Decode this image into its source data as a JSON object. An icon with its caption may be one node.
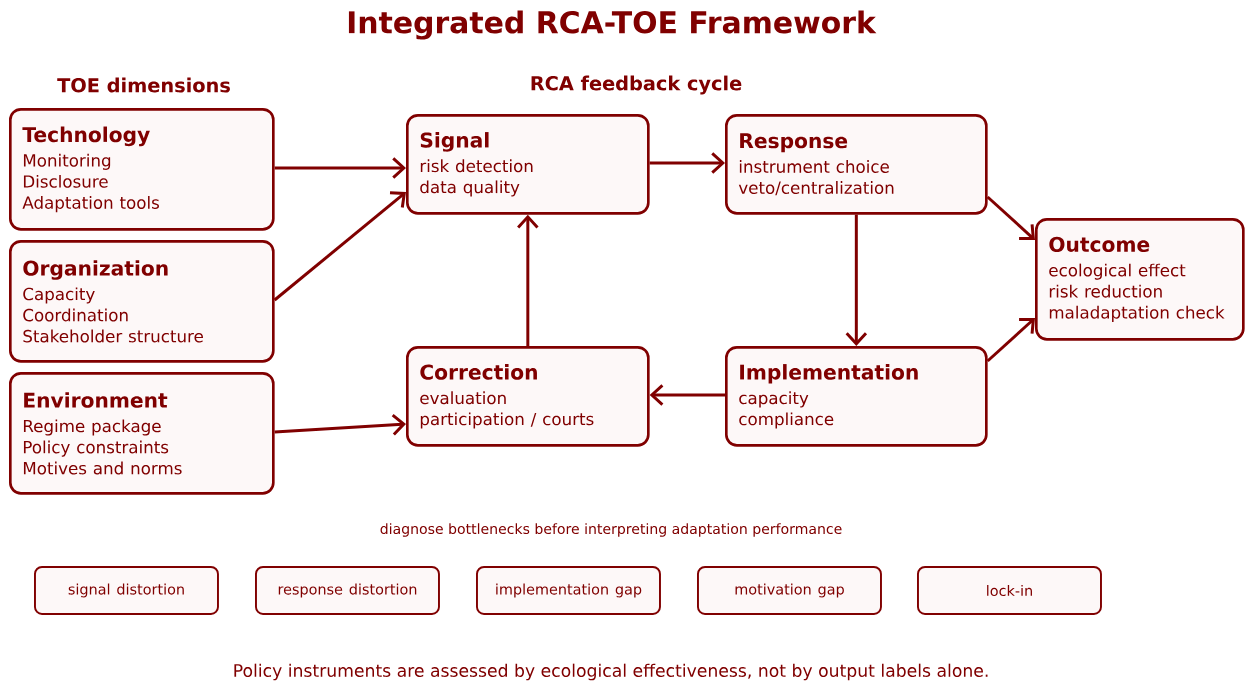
{
  "diagram": {
    "title": "Integrated RCA-TOE Framework",
    "caption": "Policy instruments are assessed by ecological effectiveness, not by output labels alone.",
    "nodes": [
      {
        "text": [
          "Technology",
          "Monitoring",
          "Disclosure",
          "Adaptation tools"
        ]
      },
      {
        "text": [
          "Organization",
          "Capacity",
          "Coordination",
          "Stakeholder structure"
        ]
      },
      {
        "text": [
          "Environment",
          "Regime package",
          "Policy constraints",
          "Motives and norms"
        ]
      },
      {
        "text": [
          "Signal",
          "risk detection",
          "data quality"
        ]
      },
      {
        "text": [
          "Response",
          "instrument choice",
          "veto/centralization"
        ]
      },
      {
        "text": [
          "Correction",
          "evaluation",
          "participation / courts"
        ]
      },
      {
        "text": [
          "Implementation",
          "capacity",
          "compliance"
        ]
      },
      {
        "text": [
          "Outcome",
          "ecological effect",
          "risk reduction",
          "maladaptation check"
        ]
      },
      {
        "text": [
          "signal distortion"
        ]
      },
      {
        "text": [
          "response distortion"
        ]
      },
      {
        "text": [
          "implementation gap"
        ]
      },
      {
        "text": [
          "motivation gap"
        ]
      },
      {
        "text": [
          "lock-in"
        ]
      }
    ],
    "edges": [
      {
        "from": 0,
        "to": 3,
        "arrow": "to"
      },
      {
        "from": 1,
        "to": 3,
        "arrow": "to"
      },
      {
        "from": 2,
        "to": 5,
        "arrow": "to"
      },
      {
        "from": 3,
        "to": 4,
        "arrow": "to"
      },
      {
        "from": 4,
        "to": 6,
        "arrow": "to"
      },
      {
        "from": 6,
        "to": 5,
        "arrow": "to"
      },
      {
        "from": 5,
        "to": 3,
        "arrow": "to"
      },
      {
        "from": 4,
        "to": 7,
        "arrow": "to"
      },
      {
        "from": 6,
        "to": 7,
        "arrow": "to"
      }
    ],
    "labels": [
      "TOE dimensions",
      "RCA feedback cycle",
      "diagnose bottlenecks before interpreting adaptation performance"
    ]
  }
}
